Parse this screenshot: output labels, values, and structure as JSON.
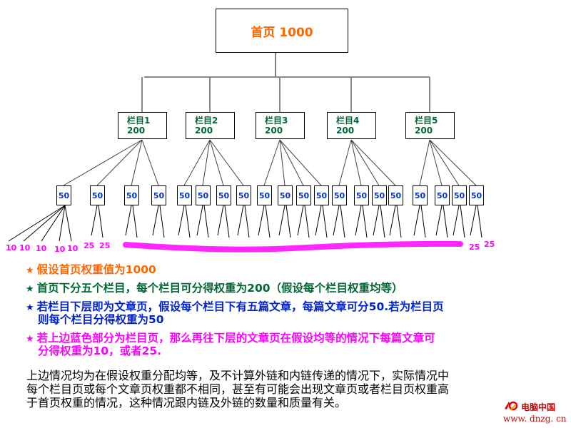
{
  "root": {
    "label": "首页 1000"
  },
  "categories": [
    {
      "name": "栏目1",
      "value": "200"
    },
    {
      "name": "栏目2",
      "value": "200"
    },
    {
      "name": "栏目3",
      "value": "200"
    },
    {
      "name": "栏目4",
      "value": "200"
    },
    {
      "name": "栏目5",
      "value": "200"
    }
  ],
  "leaves": [
    "50",
    "50",
    "50",
    "50",
    "50",
    "50",
    "50",
    "50",
    "50",
    "50",
    "50",
    "50",
    "50",
    "50",
    "50",
    "50",
    "50",
    "50",
    "50",
    "50"
  ],
  "sub_values_left": [
    "10",
    "10",
    "10",
    "10",
    "10",
    "25",
    "25"
  ],
  "sub_values_right": [
    "25",
    "25"
  ],
  "notes": [
    {
      "text": "假设首页权重值为1000",
      "color": "#ff6600"
    },
    {
      "text": "首页下分五个栏目，每个栏目可分得权重为200（假设每个栏目权重均等）",
      "color": "#006633"
    },
    {
      "text": "若栏目下层即为文章页，假设每个栏目下有五篇文章，每篇文章可分50.若为栏目页",
      "cont": "则每个栏目分得权重为50",
      "color": "#0022cc"
    },
    {
      "text": "若上边蓝色部分为栏目页，那么再往下层的文章页在假设均等的情况下每篇文章可",
      "cont": "分得权重为10，或者25.",
      "color": "#ff00ff"
    }
  ],
  "summary": [
    "上边情况均为在假设权重分配均等，及不计算外链和内链传递的情况下，实际情况中",
    "每个栏目页或每个文章页权重都不相同，甚至有可能会出现文章页或者栏目页权重高",
    "于首页权重的情况，这种情况跟内链及外链的数量和质量有关。"
  ],
  "logo": {
    "name": "电脑中国",
    "url": "www. dnzg. cn"
  },
  "colors": {
    "root": "#ff6600",
    "category": "#006633",
    "leaf": "#0033cc",
    "highlight": "#ff00ff",
    "connector": "#888888"
  }
}
